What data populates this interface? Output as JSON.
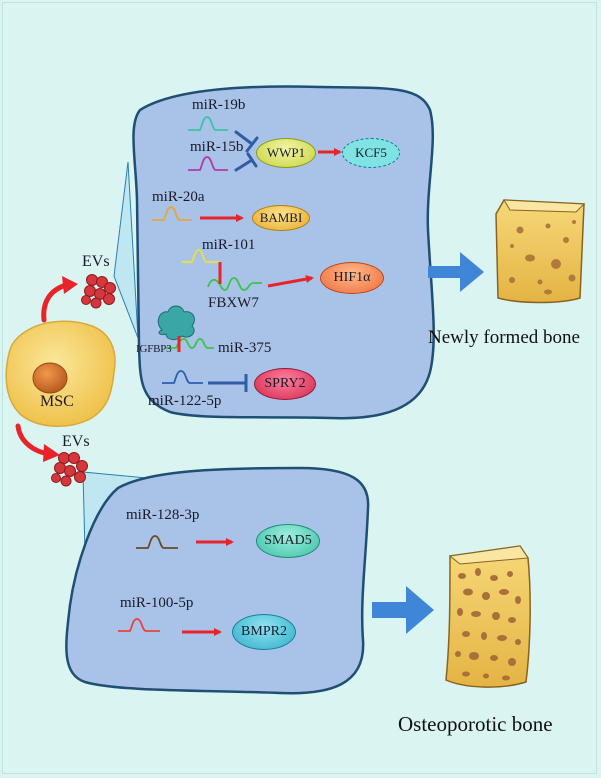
{
  "top_panel": {
    "mirnas": {
      "mir_19b": "miR-19b",
      "mir_15b": "miR-15b",
      "mir_20a": "miR-20a",
      "mir_101": "miR-101",
      "mir_375": "miR-375",
      "mir_122": "miR-122-5p"
    },
    "targets": {
      "wwp1": "WWP1",
      "kcf5": "KCF5",
      "bambi": "BAMBI",
      "fbxw7": "FBXW7",
      "hif1a": "HIF1α",
      "igfbp3": "IGFBP3",
      "spry2": "SPRY2"
    },
    "outcome": "Newly formed bone"
  },
  "bottom_panel": {
    "mirnas": {
      "mir_128": "miR-128-3p",
      "mir_100": "miR-100-5p"
    },
    "targets": {
      "smad5": "SMAD5",
      "bmpr2": "BMPR2"
    },
    "outcome": "Osteoporotic bone"
  },
  "cells": {
    "msc": "MSC",
    "evs_top": "EVs",
    "evs_bottom": "EVs"
  },
  "colors": {
    "background": "#d9f4f1",
    "panel_fill": "#a9c3e8",
    "panel_stroke": "#1f4f73",
    "activation_arrow": "#e8242a",
    "inhibition_bar": "#2f5da8",
    "flow_arrow": "#3f86d9",
    "bone_fill": "#f0c95a",
    "bone_pore": "#a8703a",
    "msc_fill": "#f7d872",
    "msc_nucleus": "#d4762f",
    "ev_fill": "#d6373c"
  }
}
